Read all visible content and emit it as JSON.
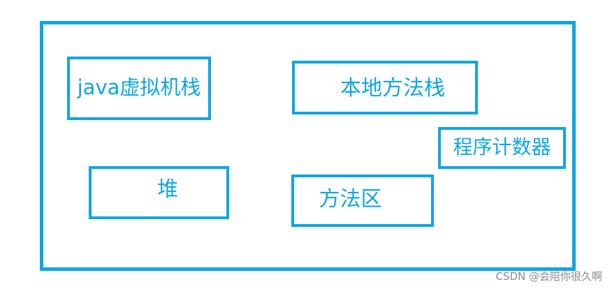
{
  "diagram": {
    "boxes": {
      "jvm_stack": "java虚拟机栈",
      "native_method_stack": "本地方法栈",
      "program_counter": "程序计数器",
      "heap": "堆",
      "method_area": "方法区"
    }
  },
  "watermark": "CSDN @会陪你很久啊",
  "colors": {
    "border": "#0fa6e3",
    "text": "#0fa6e3",
    "watermark": "#8a8a8a"
  }
}
